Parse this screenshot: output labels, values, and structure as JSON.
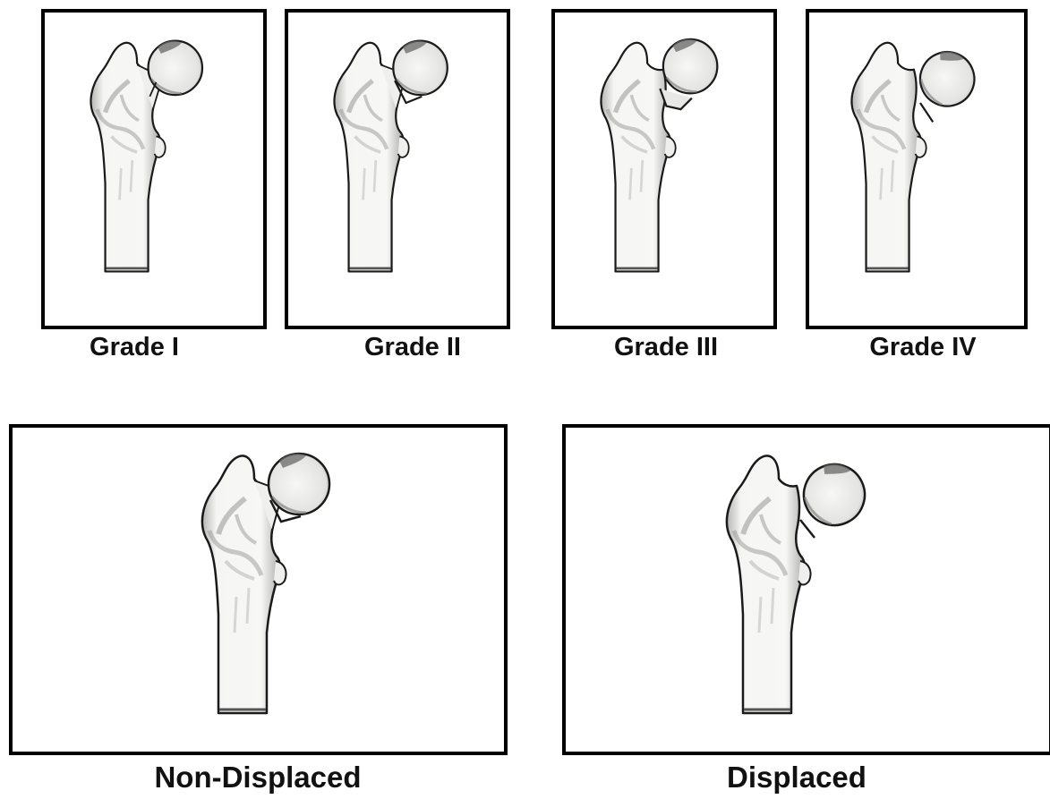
{
  "figure": {
    "top_row": [
      {
        "key": "grade-1",
        "label": "Grade I"
      },
      {
        "key": "grade-2",
        "label": "Grade II"
      },
      {
        "key": "grade-3",
        "label": "Grade III"
      },
      {
        "key": "grade-4",
        "label": "Grade IV"
      }
    ],
    "bottom_row": [
      {
        "key": "non-displaced",
        "label": "Non-Displaced"
      },
      {
        "key": "displaced",
        "label": "Displaced"
      }
    ]
  },
  "colors": {
    "bone_fill": "#f4f4f2",
    "bone_outline": "#1a1a1a",
    "trabecular_shade": "#8e8e8e",
    "head_dark_cap": "#6a6a6a",
    "frame": "#000000"
  },
  "icons": [
    "proximal-femur-illustration"
  ]
}
